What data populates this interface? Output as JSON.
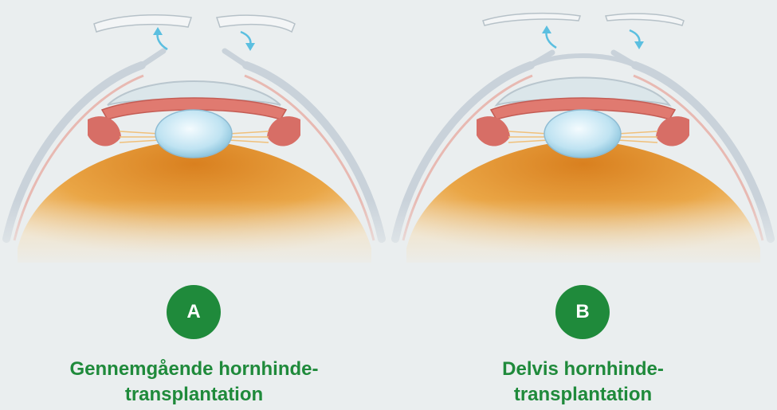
{
  "colors": {
    "accent": "#1f8a3b",
    "background": "#eaeeef",
    "arrow": "#5bbfe0",
    "vitreous": "#e59a2c",
    "lens": "#bfe3f2",
    "iris": "#e07a70"
  },
  "panels": [
    {
      "badge": "A",
      "caption_line1": "Gennemgående hornhinde-",
      "caption_line2": "transplantation"
    },
    {
      "badge": "B",
      "caption_line1": "Delvis hornhinde-",
      "caption_line2": "transplantation"
    }
  ]
}
